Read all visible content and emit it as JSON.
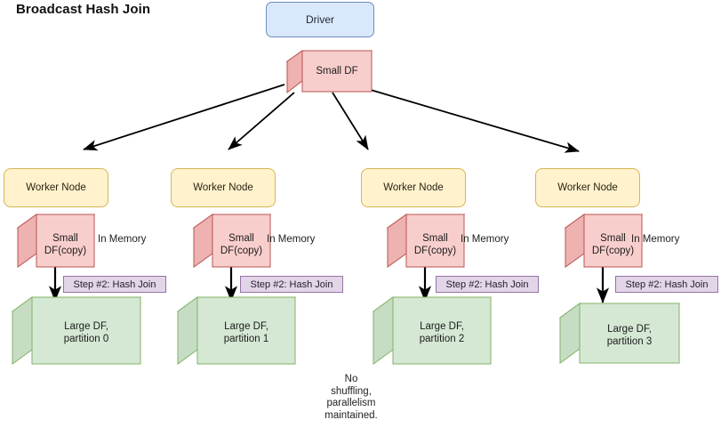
{
  "diagram": {
    "title": "Broadcast Hash Join",
    "driver": {
      "label": "Driver"
    },
    "small_df": {
      "label": "Small DF"
    },
    "note": "No\nshuffling,\nparallelism\nmaintained.",
    "colors": {
      "driver_fill": "#dae8fc",
      "driver_stroke": "#6c8ebf",
      "worker_fill": "#fff2cc",
      "worker_stroke": "#d6b656",
      "small_df_fill": "#f8cecc",
      "small_df_stroke": "#b85450",
      "small_df_side_fill": "#eeb2b0",
      "small_df_top_fill": "#f6c3c1",
      "large_df_fill": "#d5e8d4",
      "large_df_stroke": "#82b366",
      "large_df_side_fill": "#c6ddc4",
      "hash_join_fill": "#e1d5e7",
      "hash_join_stroke": "#9673a6",
      "arrow": "#000000"
    },
    "workers": [
      {
        "node_label": "Worker Node",
        "small_copy_label": "Small\nDF(copy)",
        "memory_label": "In Memory",
        "step_label": "Step #2: Hash Join",
        "large_df_label": "Large DF,\npartition 0"
      },
      {
        "node_label": "Worker Node",
        "small_copy_label": "Small\nDF(copy)",
        "memory_label": "In Memory",
        "step_label": "Step #2: Hash Join",
        "large_df_label": "Large DF,\npartition 1"
      },
      {
        "node_label": "Worker Node",
        "small_copy_label": "Small\nDF(copy)",
        "memory_label": "In Memory",
        "step_label": "Step #2: Hash Join",
        "large_df_label": "Large DF,\npartition 2"
      },
      {
        "node_label": "Worker Node",
        "small_copy_label": "Small\nDF(copy)",
        "memory_label": "In Memory",
        "step_label": "Step #2: Hash Join",
        "large_df_label": "Large DF,\npartition 3"
      }
    ]
  }
}
